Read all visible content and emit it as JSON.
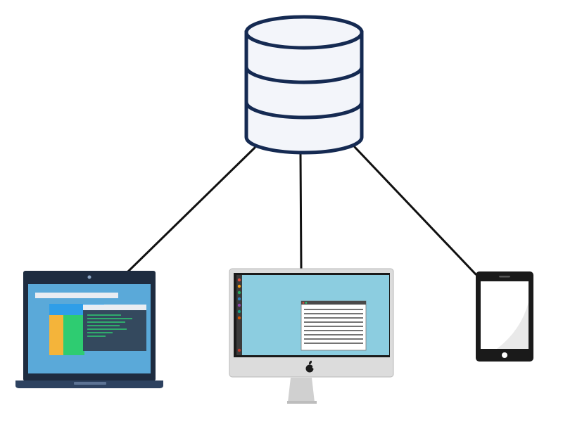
{
  "nodes": [
    {
      "id": "database",
      "icon": "database-icon"
    },
    {
      "id": "laptop",
      "icon": "laptop-icon"
    },
    {
      "id": "desktop",
      "icon": "desktop-monitor-icon"
    },
    {
      "id": "tablet",
      "icon": "tablet-icon"
    }
  ],
  "edges": [
    {
      "from": "database",
      "to": "laptop"
    },
    {
      "from": "database",
      "to": "desktop"
    },
    {
      "from": "database",
      "to": "tablet"
    }
  ],
  "colors": {
    "db_fill": "#f3f5fa",
    "db_stroke": "#152a52",
    "line": "#111111",
    "laptop_body": "#1e2c40",
    "laptop_screen": "#5aa9d9",
    "laptop_base": "#2d4260",
    "desktop_screen": "#8ccde0",
    "desktop_body": "#dcdcdc",
    "tablet_body": "#1a1a1a",
    "window_blue": "#2f9ee8",
    "window_yellow": "#f4b43a",
    "window_green": "#2ecc71",
    "code_bg": "#34495e",
    "code_text": "#2ecc71"
  }
}
